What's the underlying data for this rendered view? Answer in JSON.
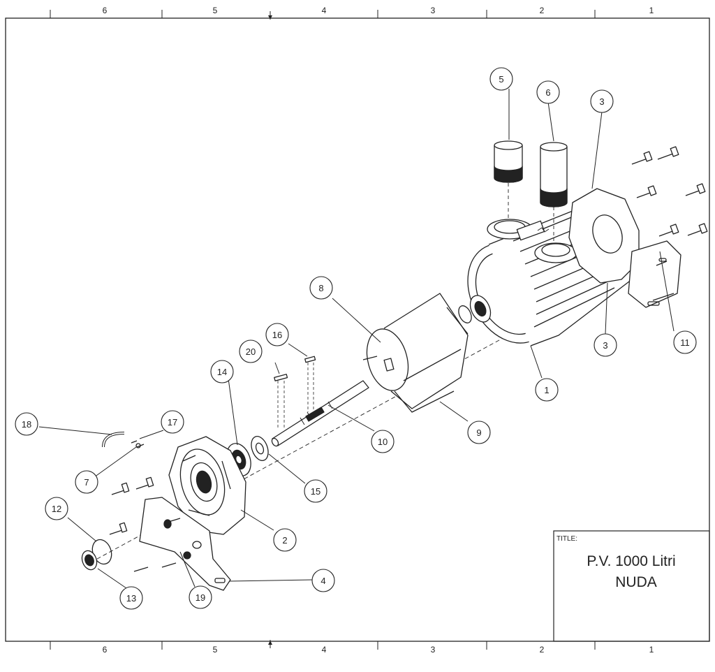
{
  "zones": [
    "6",
    "5",
    "4",
    "3",
    "2",
    "1"
  ],
  "title_block": {
    "label": "TITLE:",
    "line1": "P.V. 1000 Litri",
    "line2": "NUDA"
  },
  "callouts": [
    "1",
    "2",
    "3",
    "3",
    "4",
    "5",
    "6",
    "7",
    "8",
    "9",
    "10",
    "11",
    "12",
    "13",
    "14",
    "15",
    "16",
    "17",
    "18",
    "19",
    "20"
  ]
}
